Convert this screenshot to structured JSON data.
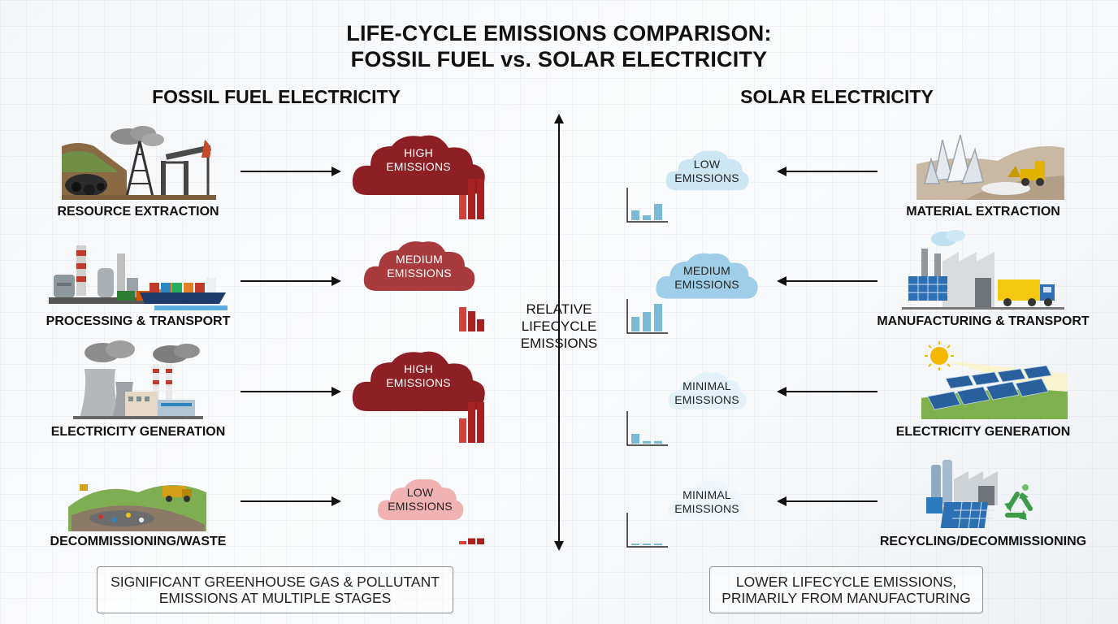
{
  "title": {
    "line1": "LIFE-CYCLE EMISSIONS COMPARISON:",
    "line2": "FOSSIL FUEL vs. SOLAR ELECTRICITY"
  },
  "center_axis": {
    "label_line1": "RELATIVE",
    "label_line2": "LIFECYCLE",
    "label_line3": "EMISSIONS"
  },
  "fossil": {
    "heading": "FOSSIL FUEL ELECTRICITY",
    "summary_line1": "SIGNIFICANT GREENHOUSE GAS & POLLUTANT",
    "summary_line2": "EMISSIONS AT MULTIPLE STAGES",
    "stages": [
      {
        "label": "RESOURCE EXTRACTION",
        "emission_line1": "HIGH",
        "emission_line2": "EMISSIONS",
        "level": 3,
        "bar_values": [
          0.6,
          1.0,
          1.0
        ]
      },
      {
        "label": "PROCESSING & TRANSPORT",
        "emission_line1": "MEDIUM",
        "emission_line2": "EMISSIONS",
        "level": 2,
        "bar_values": [
          0.6,
          0.5,
          0.3
        ]
      },
      {
        "label": "ELECTRICITY GENERATION",
        "emission_line1": "HIGH",
        "emission_line2": "EMISSIONS",
        "level": 3,
        "bar_values": [
          0.6,
          1.0,
          1.0
        ]
      },
      {
        "label": "DECOMMISSIONING/WASTE",
        "emission_line1": "LOW",
        "emission_line2": "EMISSIONS",
        "level": 1,
        "bar_values": [
          0.08,
          0.15,
          0.15
        ]
      }
    ]
  },
  "solar": {
    "heading": "SOLAR ELECTRICITY",
    "summary_line1": "LOWER LIFECYCLE EMISSIONS,",
    "summary_line2": "PRIMARILY FROM MANUFACTURING",
    "stages": [
      {
        "label": "MATERIAL EXTRACTION",
        "emission_line1": "LOW",
        "emission_line2": "EMISSIONS",
        "level": 1,
        "bar_values": [
          0.3,
          0.15,
          0.5
        ]
      },
      {
        "label": "MANUFACTURING & TRANSPORT",
        "emission_line1": "MEDIUM",
        "emission_line2": "EMISSIONS",
        "level": 2,
        "bar_values": [
          0.45,
          0.6,
          0.85
        ]
      },
      {
        "label": "ELECTRICITY GENERATION",
        "emission_line1": "MINIMAL",
        "emission_line2": "EMISSIONS",
        "level": 0,
        "bar_values": [
          0.3,
          0.08,
          0.08
        ]
      },
      {
        "label": "RECYCLING/DECOMMISSIONING",
        "emission_line1": "MINIMAL",
        "emission_line2": "EMISSIONS",
        "level": 0,
        "bar_values": [
          0.05,
          0.05,
          0.05
        ]
      }
    ]
  },
  "colors": {
    "fossil_high": "#8e1f25",
    "fossil_medium": "#a83a3d",
    "fossil_low": "#f1b3b1",
    "fossil_bar_light": "#d4403a",
    "fossil_bar_dark": "#a8201f",
    "solar_medium": "#9fcfe8",
    "solar_low": "#cce6f4",
    "solar_minimal": "#e3f1f9",
    "solar_bar": "#7bbad6"
  },
  "icons": [
    "coal-mine-oil-pump-icon",
    "refinery-ship-train-icon",
    "power-plant-smokestacks-icon",
    "landfill-truck-icon",
    "crystal-quarry-bulldozer-icon",
    "solar-factory-truck-icon",
    "solar-farm-sun-icon",
    "recycling-facility-icon"
  ]
}
